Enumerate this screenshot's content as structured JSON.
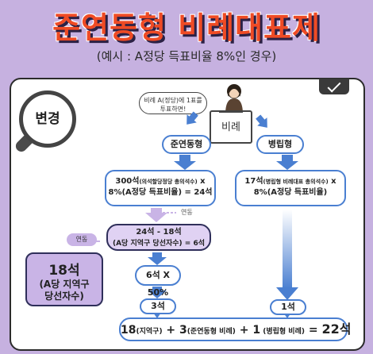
{
  "header": {
    "title": "준연동형 비례대표제",
    "subtitle": "(예시 : A정당 득표비율 8%인 경우)"
  },
  "badge": {
    "label": "변경"
  },
  "voter": {
    "speech_line1": "비례 A(정당)에 1표를",
    "speech_line2": "투표하면!",
    "ballot_label": "비례"
  },
  "branches": {
    "semi": "준연동형",
    "parallel": "병립형"
  },
  "semi_calc": {
    "line1_big": "300석",
    "line1_small": "(의석할당정당 총의석수)",
    "line1_op": " x",
    "line2": "8%(A정당 득표비율) = 24석"
  },
  "parallel_calc": {
    "line1_big": "17석",
    "line1_small": "(병립형 비례대표 총의석수)",
    "line1_op": " x",
    "line2": "8%(A정당 득표비율)"
  },
  "link_label_1": "연동",
  "link_label_2": "연동",
  "district": {
    "seats": "18석",
    "line1": "(A당 지역구",
    "line2": "당선자수)"
  },
  "subtract": {
    "line1": "24석 - 18석",
    "line2": "(A당 지역구 당선자수) = 6석"
  },
  "half": {
    "label": "6석 X 50%"
  },
  "result_semi": {
    "label": "3석"
  },
  "result_parallel": {
    "label": "1석"
  },
  "final": {
    "a": "18",
    "a_note": "(지역구)",
    "plus1": " + ",
    "b": "3",
    "b_note": "(준연동형 비례)",
    "plus2": " + ",
    "c": "1",
    "c_note": " (병립형 비례)",
    "eq": " = ",
    "total": "22석"
  },
  "colors": {
    "background": "#c6b1e0",
    "title": "#ef4b25",
    "arrow_blue": "#4a7fd1",
    "purple_box": "#c9b4e6"
  }
}
